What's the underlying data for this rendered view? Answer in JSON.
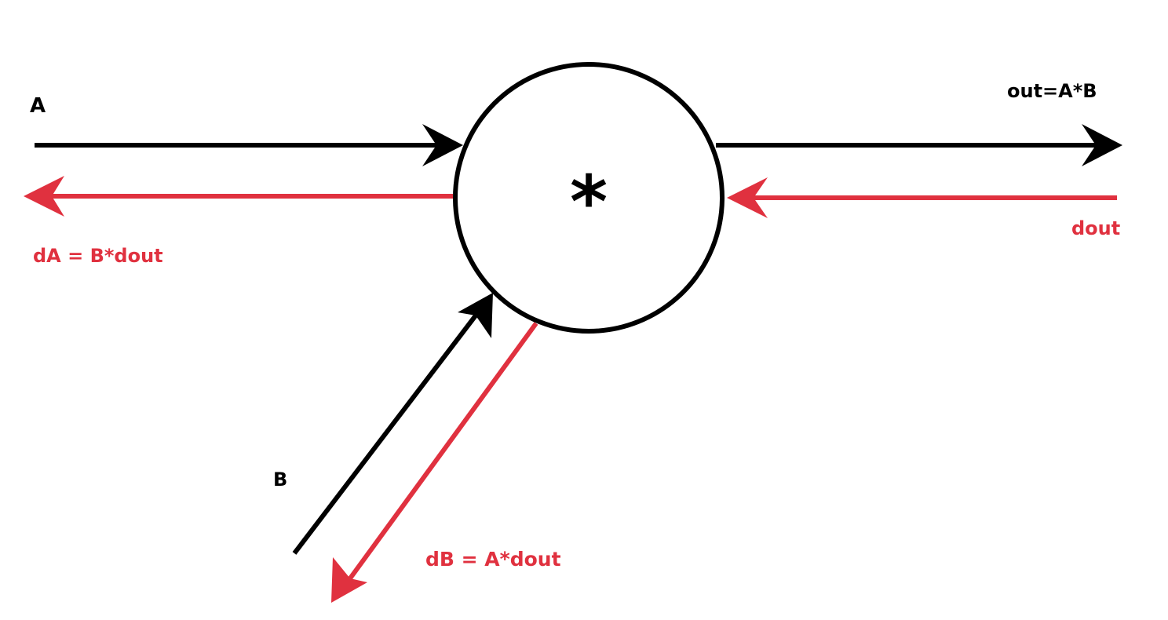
{
  "colors": {
    "forward": "#000000",
    "backward": "#e0313f",
    "background": "#ffffff"
  },
  "node": {
    "operator": "*"
  },
  "labels": {
    "input_a": "A",
    "input_b": "B",
    "output": "out=A*B",
    "upstream_grad": "dout",
    "grad_a": "dA = B*dout",
    "grad_b": "dB = A*dout"
  }
}
